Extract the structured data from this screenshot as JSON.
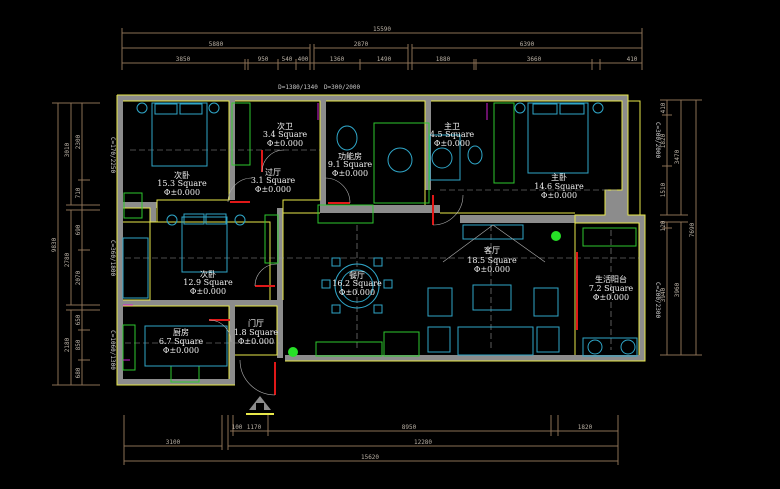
{
  "dimensions": {
    "top": {
      "overall": "15590",
      "segments": [
        "5880",
        "2870",
        "6390"
      ],
      "details": [
        "3850",
        "950",
        "540",
        "400",
        "1360",
        "1490",
        "1880",
        "3660",
        "410"
      ]
    },
    "bottom": {
      "details": [
        "100",
        "1170",
        "8950",
        "1820"
      ],
      "segments": [
        "3100",
        "12280"
      ],
      "overall": "15620"
    },
    "left": {
      "overall": "9830",
      "segments": [
        "3010",
        "2780",
        "2180"
      ],
      "details": [
        "2300",
        "710",
        "690",
        "2070",
        "650",
        "850",
        "680"
      ]
    },
    "right": {
      "details": [
        "410",
        "1820",
        "1510",
        "120",
        "3940"
      ],
      "segments": [
        "3470",
        "3960"
      ],
      "overall": "7690"
    }
  },
  "openings": {
    "top": [
      "D=1380/1340",
      "D=300/2000"
    ],
    "left": [
      "C=170/2250",
      "C=360/1800",
      "C=1060/1300"
    ],
    "right": [
      "C=300/2000",
      "C=200/2300"
    ]
  },
  "elevation_symbol": "Φ",
  "rooms": [
    {
      "name": "次卫",
      "area": "3.4 Square",
      "level": "±0.000"
    },
    {
      "name": "功能房",
      "area": "9.1 Square",
      "level": "±0.000"
    },
    {
      "name": "主卫",
      "area": "4.5 Square",
      "level": "±0.000"
    },
    {
      "name": "次卧",
      "area": "15.3 Square",
      "level": "±0.000"
    },
    {
      "name": "过厅",
      "area": "3.1 Square",
      "level": "±0.000"
    },
    {
      "name": "主卧",
      "area": "14.6 Square",
      "level": "±0.000"
    },
    {
      "name": "次卧",
      "area": "12.9 Square",
      "level": "±0.000"
    },
    {
      "name": "餐厅",
      "area": "16.2 Square",
      "level": "±0.000"
    },
    {
      "name": "客厅",
      "area": "18.5 Square",
      "level": "±0.000"
    },
    {
      "name": "生活阳台",
      "area": "7.2 Square",
      "level": "±0.000"
    },
    {
      "name": "厨房",
      "area": "6.7 Square",
      "level": "±0.000"
    },
    {
      "name": "门厅",
      "area": "1.8 Square",
      "level": "±0.000"
    }
  ],
  "colors": {
    "background": "#000000",
    "wall": "#8c8c8c",
    "outline": "#e8e84a",
    "furniture": "#2fa6c8",
    "door": "#e01818",
    "dimension": "#8a7055"
  }
}
